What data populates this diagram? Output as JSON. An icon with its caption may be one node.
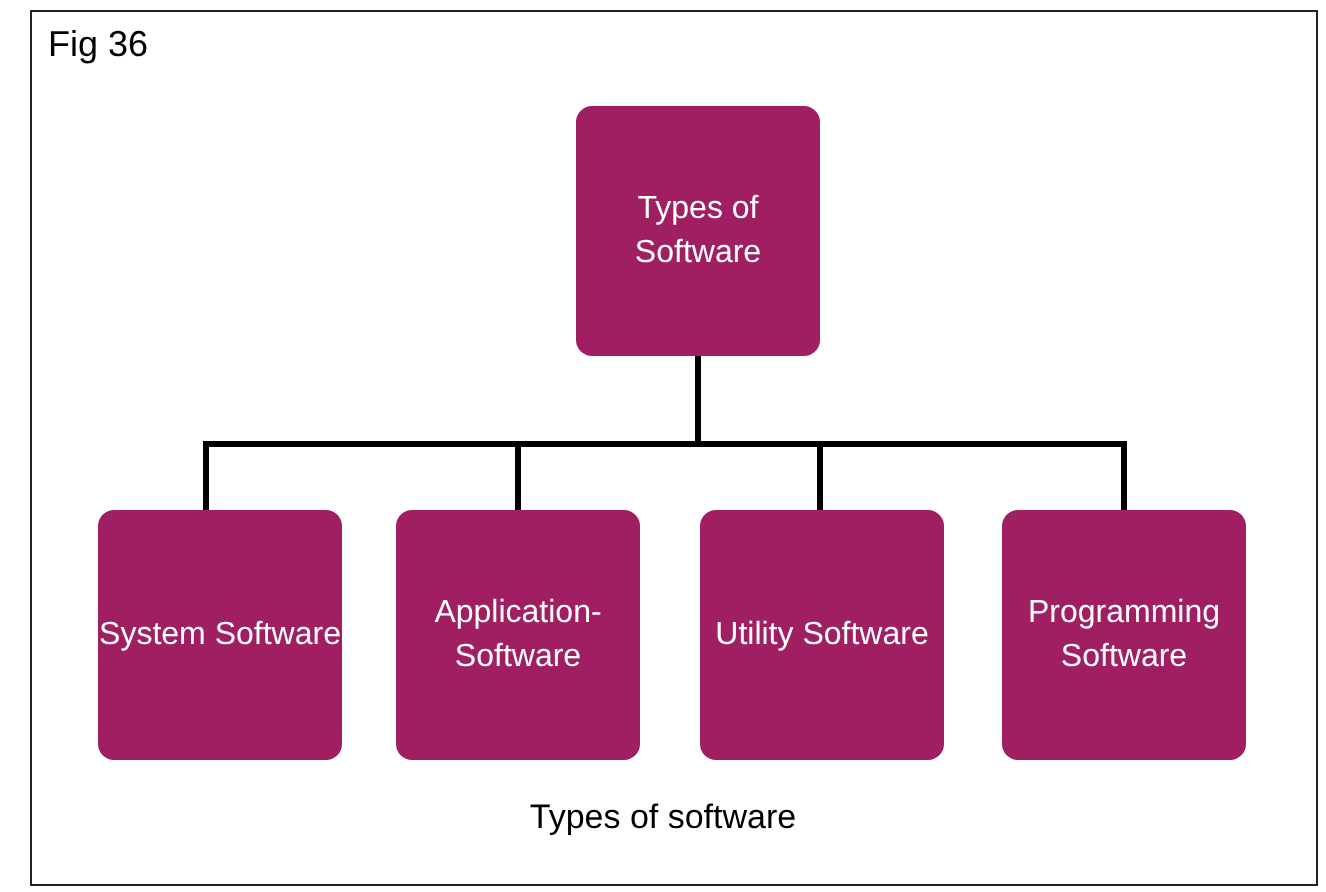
{
  "diagram": {
    "title": "Fig 36",
    "caption": "Types of software",
    "nodes": [
      {
        "text": [
          "Types of Software"
        ]
      },
      {
        "text": [
          "System Software"
        ]
      },
      {
        "text": [
          "Application- Software"
        ]
      },
      {
        "text": [
          "Utility Software"
        ]
      },
      {
        "text": [
          "Programming Software"
        ]
      }
    ],
    "edges": [
      {
        "from": 0,
        "to": 1,
        "arrow": "none"
      },
      {
        "from": 0,
        "to": 2,
        "arrow": "none"
      },
      {
        "from": 0,
        "to": 3,
        "arrow": "none"
      },
      {
        "from": 0,
        "to": 4,
        "arrow": "none"
      }
    ]
  }
}
